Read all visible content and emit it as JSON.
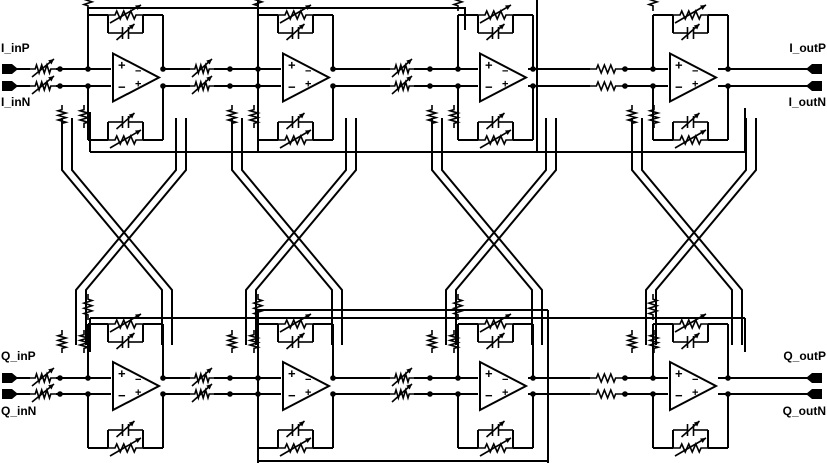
{
  "ports": {
    "i_in_p": "I_inP",
    "i_in_n": "I_inN",
    "i_out_p": "I_outP",
    "i_out_n": "I_outN",
    "q_in_p": "Q_inP",
    "q_in_n": "Q_inN",
    "q_out_p": "Q_outP",
    "q_out_n": "Q_outN"
  },
  "amp_symbols": {
    "plus": "+",
    "minus": "−"
  }
}
